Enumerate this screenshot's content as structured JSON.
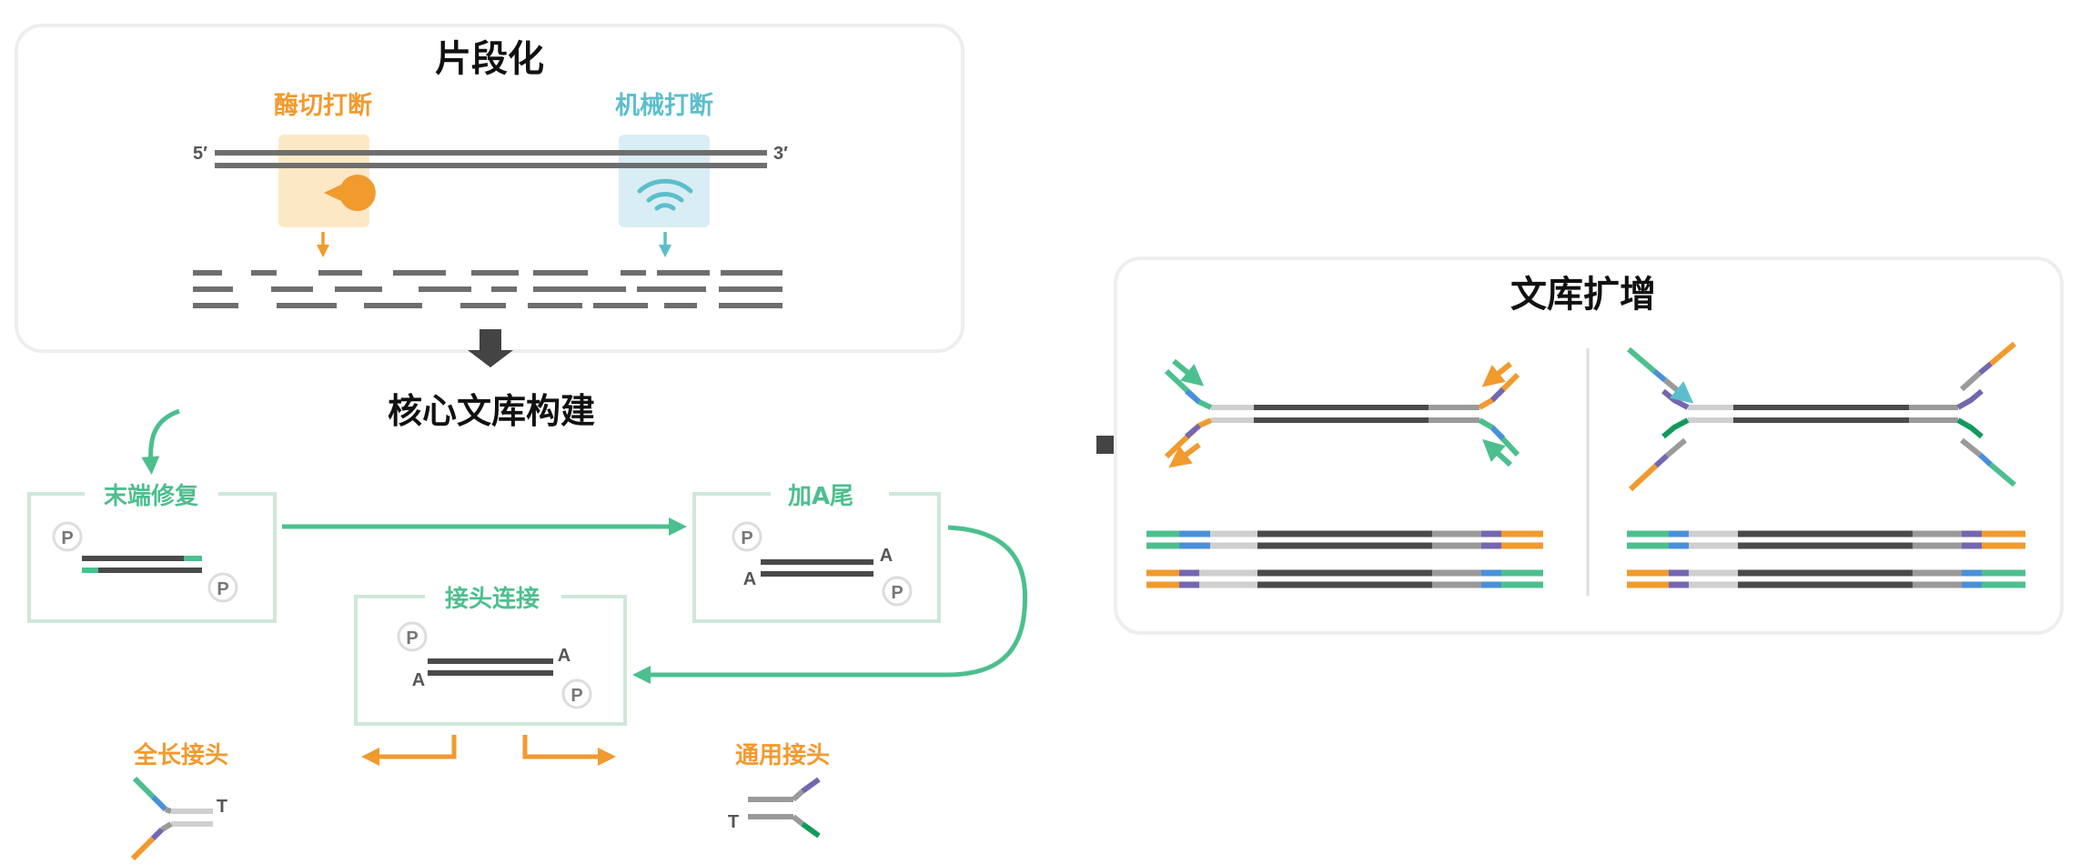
{
  "colors": {
    "orange": "#f19a2e",
    "teal": "#5bbfcb",
    "green": "#4cbf8e",
    "green_light": "#cfe8d9",
    "dark_green": "#129a5b",
    "purple": "#7466b0",
    "blue": "#4a90d9",
    "dark_gray": "#4a4a4a",
    "mid_gray": "#9a9a9a",
    "light_gray": "#cfcfcf",
    "panel_border": "#eeeeee"
  },
  "fragmentation": {
    "title": "片段化",
    "enzymatic_label": "酶切打断",
    "mechanical_label": "机械打断",
    "five_prime": "5′",
    "three_prime": "3′",
    "enzyme_icon": "pacman-enzyme-icon",
    "sonication_icon": "wifi-waves-icon"
  },
  "core": {
    "title": "核心文库构建",
    "end_repair": "末端修复",
    "a_tailing": "加A尾",
    "ligation": "接头连接",
    "full_length_adapter": "全长接头",
    "universal_adapter": "通用接头",
    "p": "P",
    "a": "A",
    "t": "T"
  },
  "amplification": {
    "title": "文库扩增"
  }
}
